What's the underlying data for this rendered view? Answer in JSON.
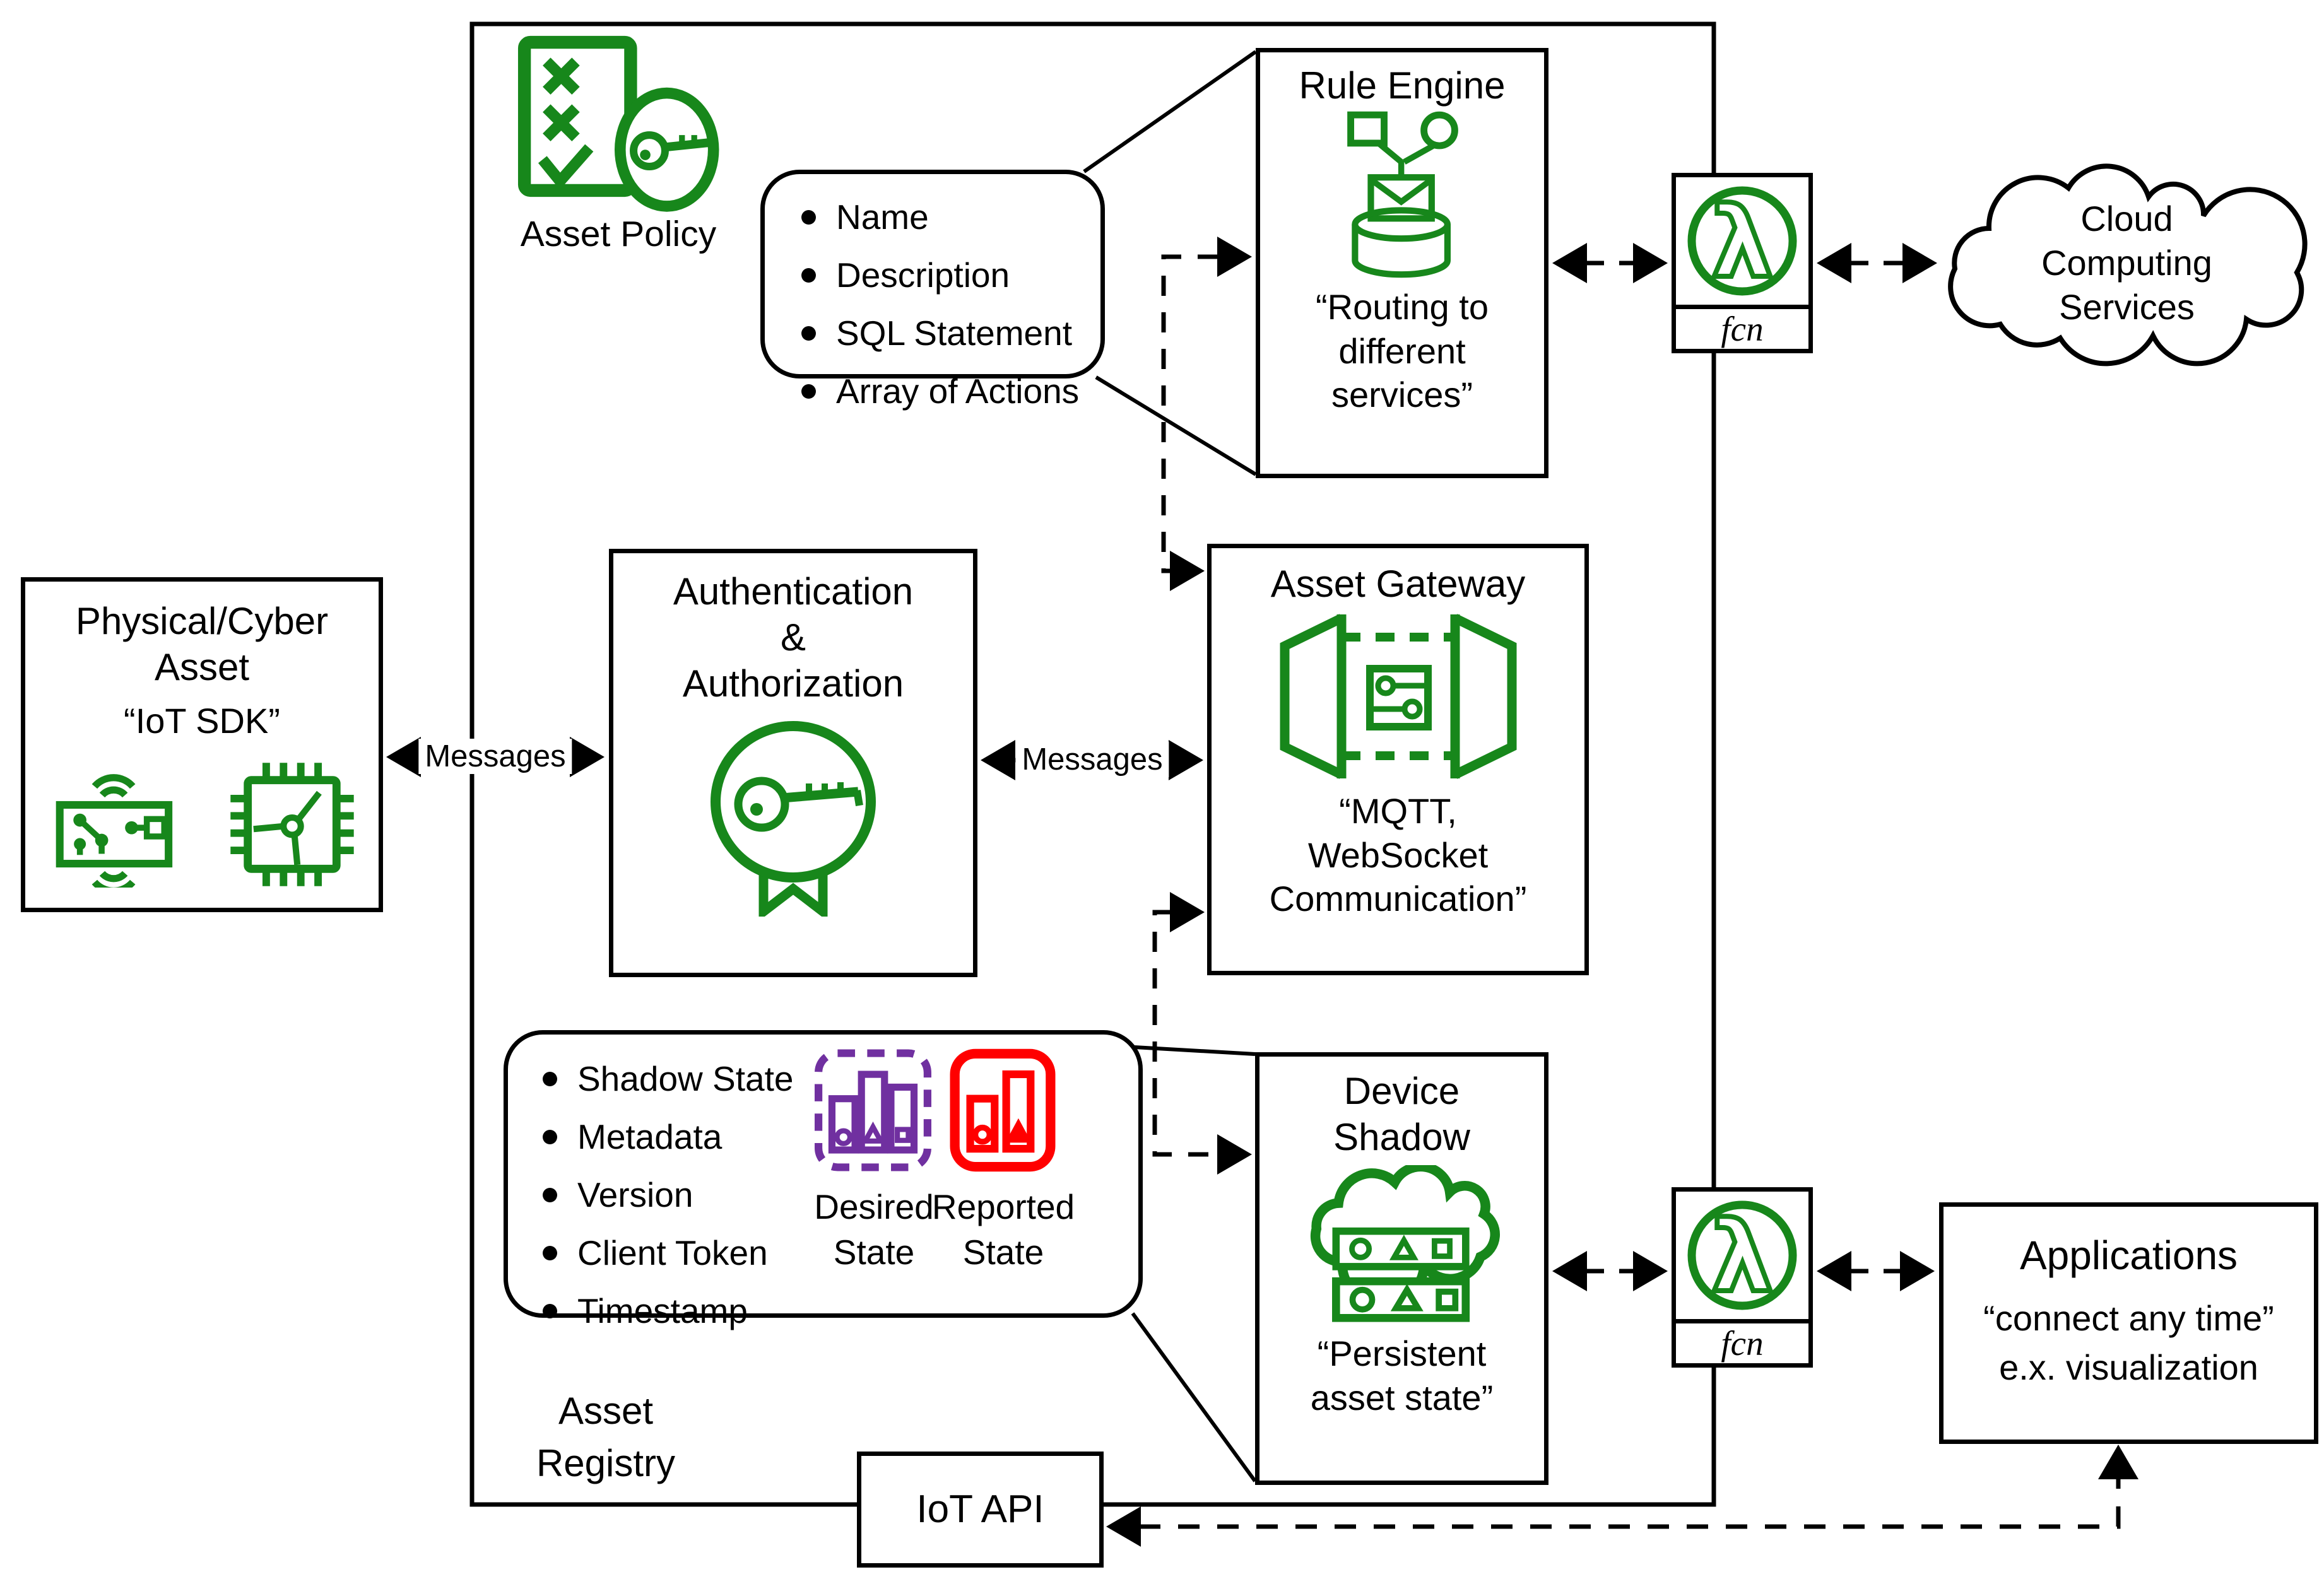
{
  "colors": {
    "green": "#17871B",
    "purple": "#7030A0",
    "red": "#FF0000",
    "black": "#000000"
  },
  "asset_policy": {
    "label": "Asset Policy"
  },
  "rule_callout": {
    "items": [
      "Name",
      "Description",
      "SQL Statement",
      "Array of Actions"
    ]
  },
  "rule_engine": {
    "title": "Rule Engine",
    "quote_lines": [
      "“Routing to",
      "different",
      "services”"
    ]
  },
  "lambda_top": {
    "label": "fcn"
  },
  "lambda_bottom": {
    "label": "fcn"
  },
  "cloud": {
    "lines": [
      "Cloud",
      "Computing",
      "Services"
    ]
  },
  "physical_asset": {
    "title_lines": [
      "Physical/Cyber",
      "Asset"
    ],
    "subtitle": "“IoT SDK”"
  },
  "auth": {
    "title_lines": [
      "Authentication",
      "&",
      "Authorization"
    ]
  },
  "messages_left": {
    "label": "Messages"
  },
  "messages_right": {
    "label": "Messages"
  },
  "asset_gateway": {
    "title": "Asset Gateway",
    "quote_lines": [
      "“MQTT,",
      "WebSocket",
      "Communication”"
    ]
  },
  "shadow_callout": {
    "items": [
      "Shadow State",
      "Metadata",
      "Version",
      "Client Token",
      "Timestamp"
    ],
    "desired_lines": [
      "Desired",
      "State"
    ],
    "reported_lines": [
      "Reported",
      "State"
    ]
  },
  "device_shadow": {
    "title_lines": [
      "Device",
      "Shadow"
    ],
    "quote_lines": [
      "“Persistent",
      "asset state”"
    ]
  },
  "applications": {
    "title": "Applications",
    "quote": "“connect any time”",
    "note": "e.x. visualization"
  },
  "iot_api": {
    "label": "IoT API"
  },
  "asset_registry": {
    "lines": [
      "Asset",
      "Registry"
    ]
  }
}
